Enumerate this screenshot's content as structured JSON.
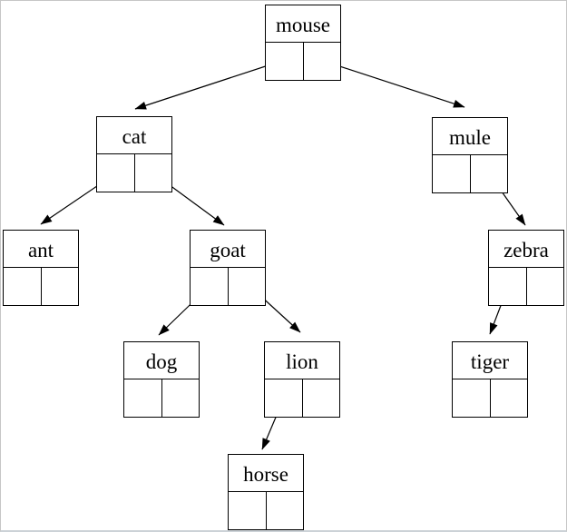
{
  "diagram": {
    "type": "binary-tree",
    "background_color": "#ffffff",
    "line_color": "#000000",
    "node_fill": "#ffffff",
    "nodes": [
      {
        "id": "mouse",
        "label": "mouse",
        "left_child": "cat",
        "right_child": "mule"
      },
      {
        "id": "cat",
        "label": "cat",
        "left_child": "ant",
        "right_child": "goat"
      },
      {
        "id": "mule",
        "label": "mule",
        "left_child": null,
        "right_child": "zebra"
      },
      {
        "id": "ant",
        "label": "ant",
        "left_child": null,
        "right_child": null
      },
      {
        "id": "goat",
        "label": "goat",
        "left_child": "dog",
        "right_child": "lion"
      },
      {
        "id": "zebra",
        "label": "zebra",
        "left_child": "tiger",
        "right_child": null
      },
      {
        "id": "dog",
        "label": "dog",
        "left_child": null,
        "right_child": null
      },
      {
        "id": "lion",
        "label": "lion",
        "left_child": "horse",
        "right_child": null
      },
      {
        "id": "tiger",
        "label": "tiger",
        "left_child": null,
        "right_child": null
      },
      {
        "id": "horse",
        "label": "horse",
        "left_child": null,
        "right_child": null
      }
    ],
    "edges": [
      {
        "from": "mouse",
        "pointer": "left",
        "to": "cat"
      },
      {
        "from": "mouse",
        "pointer": "right",
        "to": "mule"
      },
      {
        "from": "cat",
        "pointer": "left",
        "to": "ant"
      },
      {
        "from": "cat",
        "pointer": "right",
        "to": "goat"
      },
      {
        "from": "goat",
        "pointer": "left",
        "to": "dog"
      },
      {
        "from": "goat",
        "pointer": "right",
        "to": "lion"
      },
      {
        "from": "lion",
        "pointer": "left",
        "to": "horse"
      },
      {
        "from": "mule",
        "pointer": "right",
        "to": "zebra"
      },
      {
        "from": "zebra",
        "pointer": "left",
        "to": "tiger"
      }
    ]
  }
}
